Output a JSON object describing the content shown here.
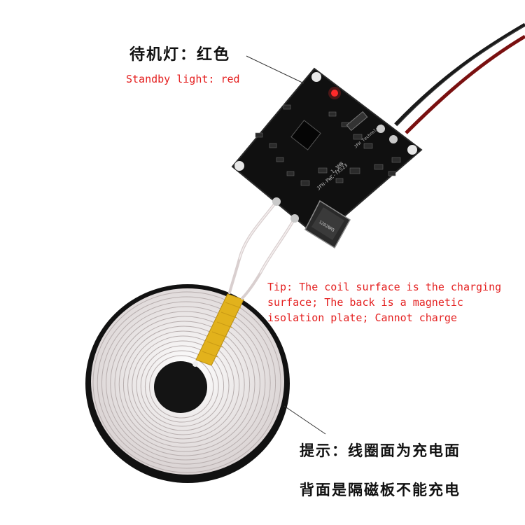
{
  "annotations": {
    "standby_zh": "待机灯：红色",
    "standby_en": "Standby light: red",
    "tip_en_lines": [
      "Tip: The coil surface is the charging",
      "surface; The back is a magnetic",
      "isolation plate; Cannot charge"
    ],
    "tip_zh_line1": "提示：线圈面为充电面",
    "tip_zh_line2": "背面是隔磁板不能充电"
  },
  "board_markings": {
    "model": "JFH-PWC-TX523",
    "rev": "1.3MB",
    "brand": "JFH Technology",
    "inductor_code": "1202NR5"
  },
  "colors": {
    "annotation_red": "#e41f1f",
    "pcb_black": "#101010",
    "coil_wire": "#ece6e6",
    "tape_yellow": "#e2b21c",
    "led_red": "#ff2a2a"
  }
}
